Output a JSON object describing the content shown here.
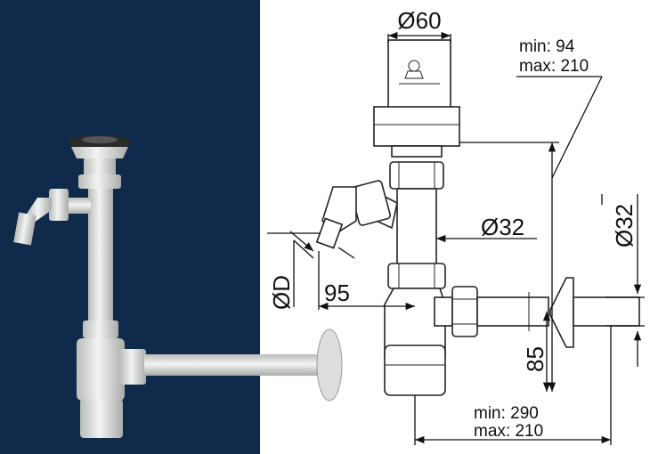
{
  "photo": {
    "background_color": "#0f2a4a",
    "pipe_color": "#d9dbd9"
  },
  "labels": {
    "top_diameter": "Ø60",
    "outlet_diameter": "Ø32",
    "side_diameter": "Ø32",
    "washer_inlet_diameter": "ØD",
    "offset_95": "95",
    "height_85": "85",
    "min_height_label": "min: 94",
    "max_height_label": "max: 210",
    "min_length_label": "min:  290",
    "max_length_label": "max: 210"
  }
}
